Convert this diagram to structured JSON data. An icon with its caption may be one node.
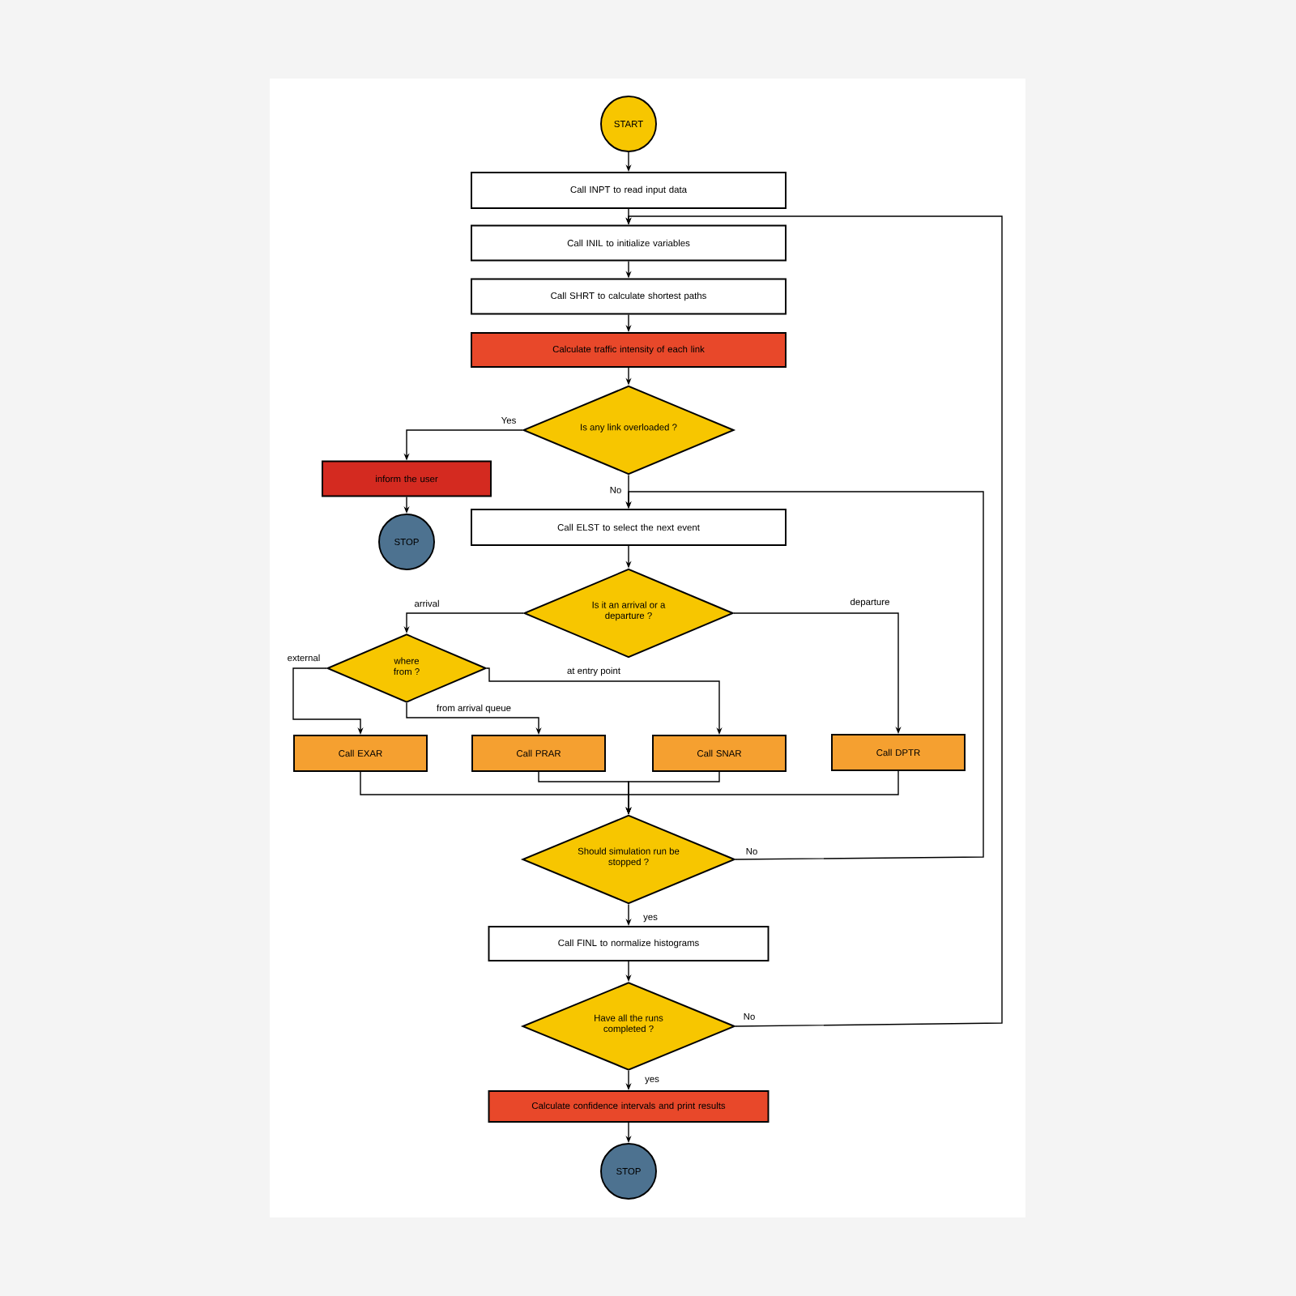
{
  "diagram": {
    "nodes": [
      {
        "text": [
          "START"
        ]
      },
      {
        "text": [
          "Call INPT to read input data"
        ]
      },
      {
        "text": [
          "Call INIL to initialize variables"
        ]
      },
      {
        "text": [
          "Call SHRT to calculate shortest paths"
        ]
      },
      {
        "text": [
          "Calculate traffic intensity of each link"
        ]
      },
      {
        "text": [
          "Is any link overloaded ?"
        ]
      },
      {
        "text": [
          "inform the user"
        ]
      },
      {
        "text": [
          "STOP"
        ]
      },
      {
        "text": [
          "Call ELST to select the next event"
        ]
      },
      {
        "text": [
          "Is it an arrival or a departure ?"
        ]
      },
      {
        "text": [
          "where from ?"
        ]
      },
      {
        "text": [
          "Call EXAR"
        ]
      },
      {
        "text": [
          "Call PRAR"
        ]
      },
      {
        "text": [
          "Call SNAR"
        ]
      },
      {
        "text": [
          "Call DPTR"
        ]
      },
      {
        "text": [
          "Should simulation run be stopped ?"
        ]
      },
      {
        "text": [
          "Call FINL to normalize histograms"
        ]
      },
      {
        "text": [
          "Have all the runs completed ?"
        ]
      },
      {
        "text": [
          "Calculate confidence intervals and print results"
        ]
      },
      {
        "text": [
          "STOP"
        ]
      }
    ],
    "edges": [
      {
        "from": 0,
        "to": 1,
        "arrow": "to"
      },
      {
        "from": 1,
        "to": 2,
        "arrow": "to"
      },
      {
        "from": 2,
        "to": 3,
        "arrow": "to"
      },
      {
        "from": 3,
        "to": 4,
        "arrow": "to"
      },
      {
        "from": 4,
        "to": 5,
        "arrow": "to"
      },
      {
        "from": 5,
        "to": 6,
        "arrow": "to",
        "label": "Yes"
      },
      {
        "from": 6,
        "to": 7,
        "arrow": "to"
      },
      {
        "from": 5,
        "to": 8,
        "arrow": "to",
        "label": "No"
      },
      {
        "from": 8,
        "to": 9,
        "arrow": "to"
      },
      {
        "from": 9,
        "to": 10,
        "arrow": "to",
        "label": "arrival"
      },
      {
        "from": 9,
        "to": 14,
        "arrow": "to",
        "label": "departure"
      },
      {
        "from": 10,
        "to": 11,
        "arrow": "to",
        "label": "external"
      },
      {
        "from": 10,
        "to": 12,
        "arrow": "to",
        "label": "from arrival queue"
      },
      {
        "from": 10,
        "to": 13,
        "arrow": "to",
        "label": "at entry point"
      },
      {
        "from": 11,
        "to": 15,
        "arrow": "to"
      },
      {
        "from": 12,
        "to": 15,
        "arrow": "to"
      },
      {
        "from": 13,
        "to": 15,
        "arrow": "to"
      },
      {
        "from": 14,
        "to": 15,
        "arrow": "to"
      },
      {
        "from": 15,
        "to": 8,
        "arrow": "to",
        "label": "No"
      },
      {
        "from": 15,
        "to": 16,
        "arrow": "to",
        "label": "yes"
      },
      {
        "from": 16,
        "to": 17,
        "arrow": "to"
      },
      {
        "from": 17,
        "to": 2,
        "arrow": "to",
        "label": "No"
      },
      {
        "from": 17,
        "to": 18,
        "arrow": "to",
        "label": "yes"
      },
      {
        "from": 18,
        "to": 19,
        "arrow": "to"
      }
    ]
  }
}
